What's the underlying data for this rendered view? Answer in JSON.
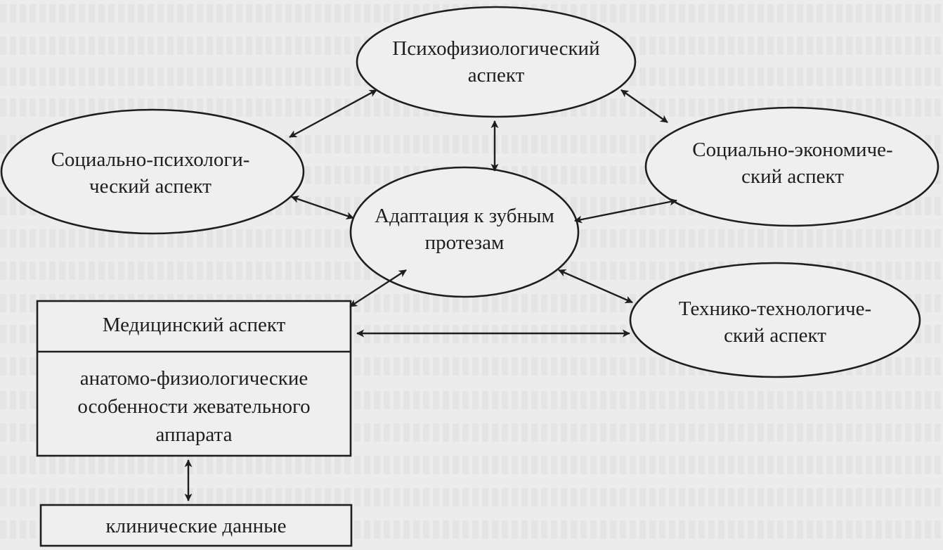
{
  "diagram": {
    "nodes": {
      "psychophysiological": "Психофизиологический\nаспект",
      "socio_psychological": "Социально-психологи-\nческий аспект",
      "socio_economic": "Социально-экономиче-\nский аспект",
      "adaptation": "Адаптация к зубным\nпротезам",
      "technical": "Технико-технологиче-\nский аспект",
      "medical_title": "Медицинский аспект",
      "medical_body": "анатомо-физиологические\nособенности жевательного\nаппарата",
      "clinical": "клинические данные"
    }
  },
  "colors": {
    "ink": "#1e1e1e",
    "paper": "#ececec",
    "shape_fill": "#efefef"
  }
}
